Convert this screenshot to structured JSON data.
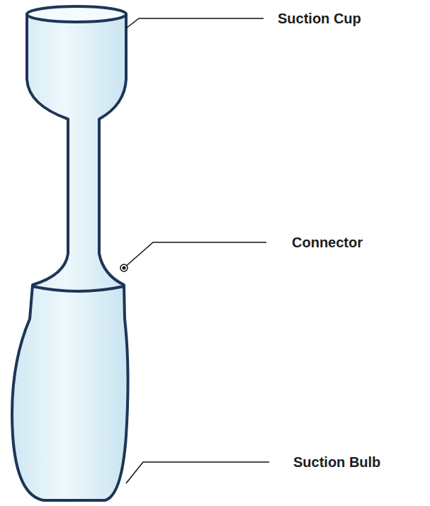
{
  "diagram": {
    "labels": [
      "Suction Cup",
      "Connector",
      "Suction Bulb"
    ]
  }
}
